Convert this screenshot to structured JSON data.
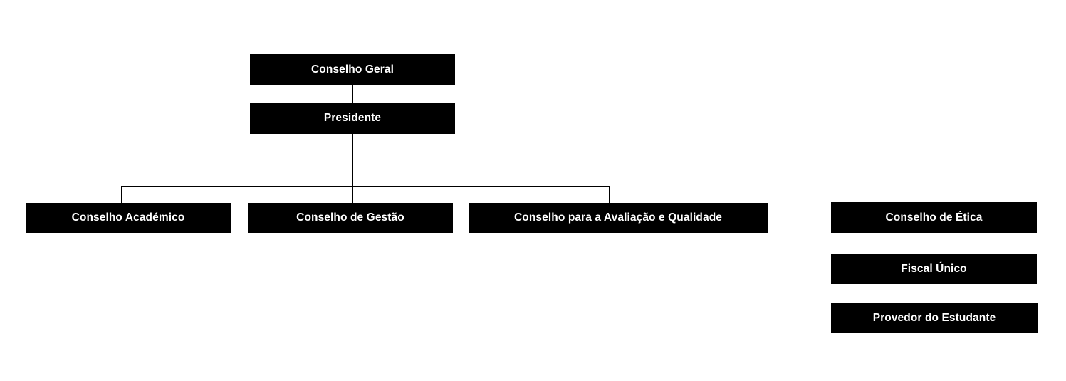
{
  "diagram": {
    "title_text": "",
    "type": "organizational-chart",
    "accent_color": "#000000",
    "node_text_color": "#ffffff",
    "background_color": "#ffffff",
    "connector_color": "#000000",
    "nodes": {
      "conselho_geral": "Conselho Geral",
      "presidente": "Presidente",
      "conselho_academico": "Conselho Académico",
      "conselho_gestao": "Conselho de Gestão",
      "conselho_avaliacao": "Conselho para a Avaliação e Qualidade",
      "conselho_etica": "Conselho de Ética",
      "fiscal_unico": "Fiscal Único",
      "provedor_estudante": "Provedor do Estudante"
    }
  }
}
